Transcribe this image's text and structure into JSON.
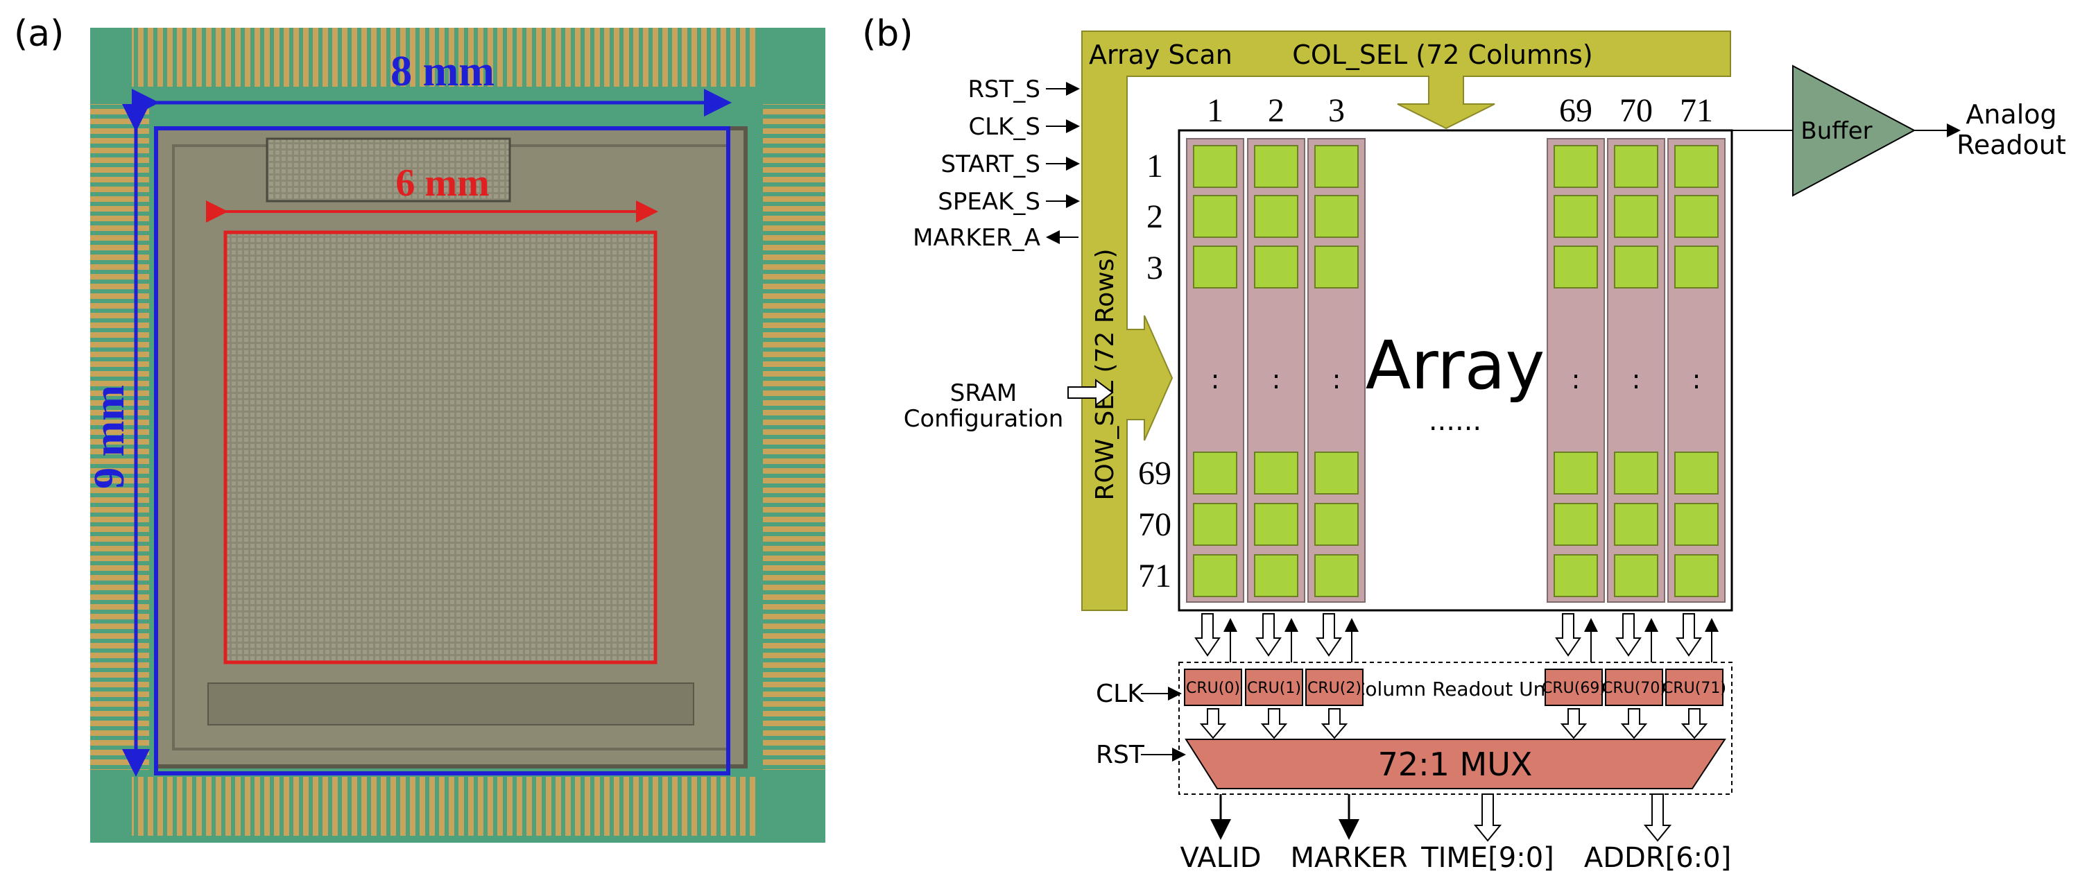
{
  "panel_a": {
    "label": "(a)",
    "outer_dim": "8 mm",
    "outer_dim_v": "9 mm",
    "inner_dim": "6 mm",
    "colors": {
      "outer": "#1f1fd6",
      "inner": "#e02020",
      "pcb": "#4fa07c",
      "die": "#8d8a74"
    }
  },
  "panel_b": {
    "label": "(b)",
    "array_scan": "Array Scan",
    "col_sel": "COL_SEL (72 Columns)",
    "row_sel": "ROW_SEL (72 Rows)",
    "array": "Array",
    "array_dots": "......",
    "col_numbers": [
      "1",
      "2",
      "3",
      "69",
      "70",
      "71"
    ],
    "row_numbers": [
      "1",
      "2",
      "3",
      "69",
      "70",
      "71"
    ],
    "vdots": ":",
    "left_signals_in": [
      "RST_S",
      "CLK_S",
      "START_S",
      "SPEAK_S"
    ],
    "left_signal_out": "MARKER_A",
    "sram": [
      "SRAM",
      "Configuration"
    ],
    "buffer": "Buffer",
    "readout": [
      "Analog",
      "Readout"
    ],
    "clk": "CLK",
    "rst": "RST",
    "cru": [
      "CRU(0)",
      "CRU(1)",
      "CRU(2)",
      "CRU(69)",
      "CRU(70)",
      "CRU(71)"
    ],
    "cru_label": "Column Readout Unit",
    "mux": "72:1 MUX",
    "outputs": [
      "VALID",
      "MARKER",
      "TIME[9:0]",
      "ADDR[6:0]"
    ],
    "colors": {
      "scan": "#c3bf3e",
      "column": "#c6a3a6",
      "pixel": "#a8d33c",
      "cru": "#d77b6c",
      "buffer": "#7ea184"
    }
  }
}
